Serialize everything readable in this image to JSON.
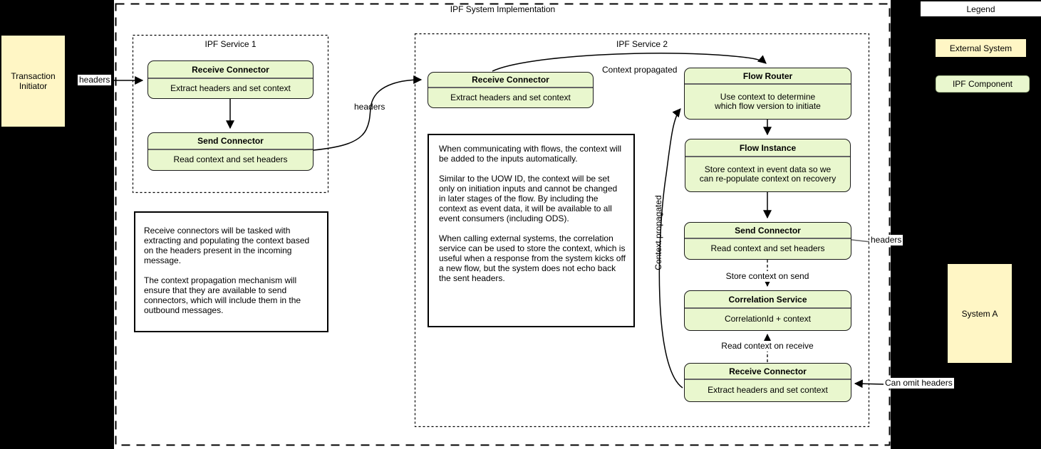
{
  "title": "IPF System Implementation",
  "colors": {
    "background": "#000000",
    "canvas": "#ffffff",
    "external_fill": "#fff6c5",
    "ipf_fill": "#e9f7ce"
  },
  "legend": {
    "title": "Legend",
    "external_system": "External System",
    "ipf_component": "IPF Component"
  },
  "transaction_initiator": "Transaction\nInitiator",
  "system_a": "System A",
  "service1": {
    "title": "IPF Service 1",
    "receive": {
      "title": "Receive Connector",
      "body": "Extract headers and set context"
    },
    "send": {
      "title": "Send Connector",
      "body": "Read context and set headers"
    }
  },
  "service2": {
    "title": "IPF Service 2",
    "receive": {
      "title": "Receive Connector",
      "body": "Extract headers and set context"
    },
    "flow_router": {
      "title": "Flow Router",
      "body": "Use context to determine\nwhich flow version to initiate"
    },
    "flow_instance": {
      "title": "Flow Instance",
      "body": "Store context in event data so we\ncan re-populate context on recovery"
    },
    "send": {
      "title": "Send Connector",
      "body": "Read context and set headers"
    },
    "correlation": {
      "title": "Correlation Service",
      "body": "CorrelationId + context"
    },
    "receive_external": {
      "title": "Receive Connector",
      "body": "Extract headers and set context"
    }
  },
  "labels": {
    "headers_in": "headers",
    "headers_between": "headers",
    "headers_out": "headers",
    "context_propagated_top": "Context propagated",
    "context_propagated_side": "Context propagated",
    "store_context_on_send": "Store context on send",
    "read_context_on_receive": "Read context on receive",
    "can_omit_headers": "Can omit headers"
  },
  "notes": {
    "receive_connectors": "Receive connectors will be tasked with\nextracting and populating the context based\non the headers present in the incoming\nmessage.\n\nThe context propagation mechanism will\nensure that they are available to send\nconnectors, which will include them in the\noutbound messages.",
    "flows": "When communicating with flows, the context will\nbe added to the inputs automatically.\n\nSimilar to the UOW ID, the context will be set\nonly on initiation inputs and cannot be changed\nin later stages of the flow. By including the\ncontext as event data, it will be available to all\nevent consumers (including ODS).\n\nWhen calling external systems, the correlation\nservice can be used to store the context, which is\nuseful when a response from the system kicks off\na new flow, but the system does not echo back\nthe sent headers."
  }
}
